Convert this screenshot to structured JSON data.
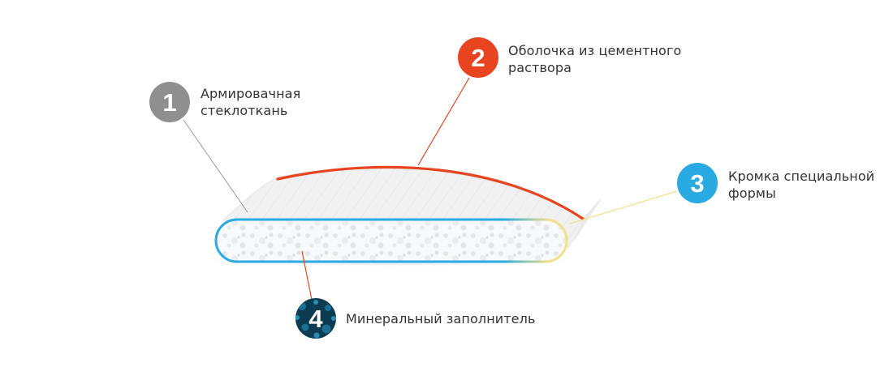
{
  "callouts": [
    {
      "number": "1",
      "lines": [
        "Армировачная",
        "стеклоткань"
      ],
      "color": "#8f8f8f"
    },
    {
      "number": "2",
      "lines": [
        "Оболочка из цементного",
        "раствора"
      ],
      "color": "#e8441f"
    },
    {
      "number": "3",
      "lines": [
        "Кромка специальной",
        "формы"
      ],
      "color": "#2aaae2"
    },
    {
      "number": "4",
      "lines": [
        "Минеральный заполнитель"
      ],
      "color": "#0d3b52"
    }
  ],
  "colors": {
    "mesh": "#cfcfcf",
    "shell": "#e8441f",
    "edge_blue": "#2aaae2",
    "edge_yellow": "#f3e08a",
    "filler": "#0d3b52"
  }
}
